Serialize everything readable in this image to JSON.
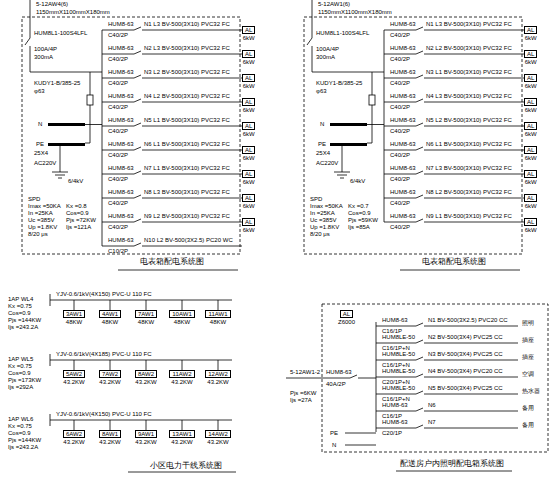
{
  "diagram": {
    "nodes": [
      {
        "text": [
          "AL",
          "6kW"
        ]
      },
      {
        "text": [
          "AL",
          "6kW"
        ]
      },
      {
        "text": [
          "AL",
          "6kW"
        ]
      },
      {
        "text": [
          "AL",
          "6kW"
        ]
      },
      {
        "text": [
          "AL",
          "6kW"
        ]
      },
      {
        "text": [
          "AL",
          "6kW"
        ]
      },
      {
        "text": [
          "AL",
          "6kW"
        ]
      },
      {
        "text": [
          "AL",
          "6kW"
        ]
      },
      {
        "text": [
          "AL",
          "6kW"
        ]
      },
      {
        "text": [
          "AL",
          "6kW"
        ]
      },
      {
        "text": [
          "AL",
          "6kW"
        ]
      },
      {
        "text": [
          "AL",
          "6kW"
        ]
      },
      {
        "text": [
          "AL",
          "6kW"
        ]
      },
      {
        "text": [
          "AL",
          "6kW"
        ]
      },
      {
        "text": [
          "AL",
          "6kW"
        ]
      },
      {
        "text": [
          "AL",
          "6kW"
        ]
      },
      {
        "text": [
          "AL",
          "6kW"
        ]
      },
      {
        "text": [
          "AL",
          "6kW"
        ]
      },
      {
        "text": [
          "3AW1",
          "48KW"
        ]
      },
      {
        "text": [
          "4AW1",
          "48KW"
        ]
      },
      {
        "text": [
          "7AW1",
          "48KW"
        ]
      },
      {
        "text": [
          "10AW1",
          "48KW"
        ]
      },
      {
        "text": [
          "11AW1",
          "48KW"
        ]
      },
      {
        "text": [
          "5AW2",
          "43.2KW"
        ]
      },
      {
        "text": [
          "7AW2",
          "43.2KW"
        ]
      },
      {
        "text": [
          "8AW2",
          "43.2KW"
        ]
      },
      {
        "text": [
          "11AW2",
          "43.2KW"
        ]
      },
      {
        "text": [
          "12AW2",
          "43.2KW"
        ]
      },
      {
        "text": [
          "6AW2",
          "43.2KW"
        ]
      },
      {
        "text": [
          "8AW1",
          "43.2KW"
        ]
      },
      {
        "text": [
          "9AW1",
          "43.2KW"
        ]
      },
      {
        "text": [
          "13AW1",
          "43.2KW"
        ]
      },
      {
        "text": [
          "14AW2",
          "43.2KW"
        ]
      },
      {
        "text": [
          "AL",
          "Z6000"
        ]
      }
    ],
    "labels": [
      "5-12AW4(6)",
      "1150mmX1100mmX180mm",
      "HUM8L1-100S4LFL",
      "100A/4P",
      "300mA",
      "KUDY1-B/385-25",
      "φ63",
      "N",
      "PE",
      "25X4",
      "AC220V",
      "6/4kV",
      "SPD",
      "Imax =50KA",
      "In =25KA",
      "Uc =385V",
      "Up =1.8KV",
      "8/20 μs",
      "Kx =0.8",
      "Cos=0.9",
      "Pjs =72KW",
      "Ijs =121A",
      "HUM8-63",
      "HUM8-63",
      "HUM8-63",
      "HUM8-63",
      "HUM8-63",
      "HUM8-63",
      "HUM8-63",
      "HUM8-63",
      "HUM8-63",
      "HUM8-63",
      "C40/2P",
      "C40/2P",
      "C40/2P",
      "C40/2P",
      "C40/2P",
      "C40/2P",
      "C40/2P",
      "C40/2P",
      "C40/2P",
      "C10/2P",
      "N1 L3 BV-500(3X10) PVC32 FC",
      "N2 L3 BV-500(3X10) PVC32 FC",
      "N3 L2 BV-500(3X10) PVC32 FC",
      "N4 L2 BV-500(3X10) PVC32 FC",
      "N5 L1 BV-500(3X10) PVC32 FC",
      "N6 L1 BV-500(3X10) PVC32 FC",
      "N7 L1 BV-500(3X10) PVC32 FC",
      "N8 L3 BV-500(3X10) PVC32 FC",
      "N9 L2 BV-500(3X10) PVC32 FC",
      "N10 L2 BV-500(3X2.5) PC20 WC",
      "电表箱配电系统图",
      "5-12AW1(6)",
      "1150mmX1100mmX180mm",
      "HUM8L1-100S4LFL",
      "100A/4P",
      "300mA",
      "KUDY1-B/385-25",
      "φ63",
      "N",
      "PE",
      "25X4",
      "AC220V",
      "6/4kV",
      "SPD",
      "Imax =50KA",
      "In =25KA",
      "Uc =385V",
      "Up =1.8KV",
      "8/20 μs",
      "Kx =0.7",
      "Cos=0.9",
      "Pjs =59KW",
      "Ijs =85A",
      "HUM8-63",
      "HUM8-63",
      "HUM8-63",
      "HUM8-63",
      "HUM8-63",
      "HUM8-63",
      "HUM8-63",
      "HUM8-63",
      "HUM8-63",
      "C40/2P",
      "C40/2P",
      "C40/2P",
      "C40/2P",
      "C40/2P",
      "C40/2P",
      "C40/2P",
      "C40/2P",
      "C40/2P",
      "N1 L3 BV-500(3X10) PVC32 FC",
      "N2 L2 BV-500(3X10) PVC32 FC",
      "N3 L1 BV-500(3X10) PVC32 FC",
      "N4 L3 BV-500(3X10) PVC32 FC",
      "N5 L2 BV-500(3X10) PVC32 FC",
      "N6 L1 BV-500(3X10) PVC32 FC",
      "N7 L3 BV-500(3X10) PVC32 FC",
      "N8 L2 BV-500(3X10) PVC32 FC",
      "N9 L1 BV-500(3X10) PVC32 FC",
      "电表箱配电系统图",
      "1AP WL4",
      "Kx =0.75",
      "Cos=0.9",
      "Pjs =144KW",
      "Ijs =243.2A",
      "YJV-0.6/1kV(4X150) PVC-U 110 FC",
      "1AP WL5",
      "Kx =0.75",
      "Cos=0.9",
      "Pjs =173KW",
      "Ijs =292A",
      "YJV-0.6/1kV(4X185) PVC-U 110 FC",
      "1AP WL6",
      "Kx =0.75",
      "Cos=0.9",
      "Pjs =144KW",
      "Ijs =243.2A",
      "YJV-0.6/1kV(4X150) PVC-U 110 FC",
      "小区电力干线系统图",
      "5-12AW1-2",
      "HUM8-63",
      "40A/2P",
      "Pjs =6KW",
      "Ijs =27A",
      "HUM8-63",
      "HUM8LE-50",
      "HUM8LE-50",
      "HUM8LE-50",
      "HUM8LE-50",
      "HUM8-63",
      "HUM8-63",
      "C16/1P",
      "C16/1P+N",
      "C16/1P+N",
      "C20/1P+N",
      "C16/1P+N",
      "C16/1P",
      "C20/1P",
      "N1 BV-500(3X2.5) PVC20 CC",
      "N2 BV-500(3X4) PVC25 CC",
      "N3 BV-500(3X4) PVC25 CC",
      "N4 BV-500(3X4) PVC20 CC",
      "N5 BV-500(3X4) PVC25 CC",
      "N6",
      "N7",
      "照明",
      "插座",
      "插座",
      "空调",
      "热水器",
      "备用",
      "备用",
      "PE",
      "N",
      "配送房户内照明配电箱系统图"
    ]
  }
}
